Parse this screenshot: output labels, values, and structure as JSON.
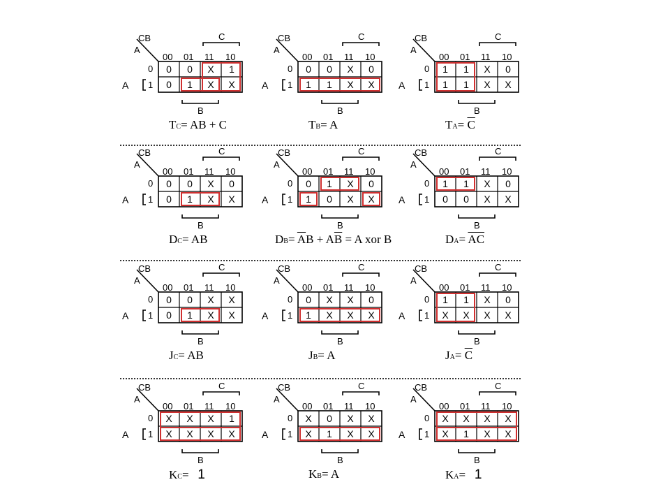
{
  "labels": {
    "cb": "CB",
    "a": "A",
    "a_bracket": "A",
    "row0": "0",
    "row1": "1",
    "cols": [
      "00",
      "01",
      "11",
      "10"
    ],
    "c": "C",
    "b": "B"
  },
  "maps": [
    {
      "id": "tc",
      "cells": [
        [
          "0",
          "0",
          "X",
          "1"
        ],
        [
          "0",
          "1",
          "X",
          "X"
        ]
      ],
      "eq": {
        "var": "T",
        "sub": "C",
        "eq_sign": "=",
        "pre": "",
        "ov": "",
        "post": "AB + C",
        "big": ""
      }
    },
    {
      "id": "tb",
      "cells": [
        [
          "0",
          "0",
          "X",
          "0"
        ],
        [
          "1",
          "1",
          "X",
          "X"
        ]
      ],
      "eq": {
        "var": "T",
        "sub": "B",
        "eq_sign": "=",
        "pre": "",
        "ov": "",
        "post": "A",
        "big": ""
      }
    },
    {
      "id": "ta",
      "cells": [
        [
          "1",
          "1",
          "X",
          "0"
        ],
        [
          "1",
          "1",
          "X",
          "X"
        ]
      ],
      "eq": {
        "var": "T",
        "sub": "A",
        "eq_sign": "=",
        "pre": "",
        "ov": "C",
        "post": "",
        "big": ""
      }
    },
    {
      "id": "dc",
      "cells": [
        [
          "0",
          "0",
          "X",
          "0"
        ],
        [
          "0",
          "1",
          "X",
          "X"
        ]
      ],
      "eq": {
        "var": "D",
        "sub": "C",
        "eq_sign": "=",
        "pre": "",
        "ov": "",
        "post": "AB",
        "big": ""
      }
    },
    {
      "id": "db",
      "cells": [
        [
          "0",
          "1",
          "X",
          "0"
        ],
        [
          "1",
          "0",
          "X",
          "X"
        ]
      ],
      "eq": {
        "var": "D",
        "sub": "B",
        "eq_sign": "=",
        "pre": "",
        "ov": "A",
        "post": "B + A",
        "ov2": "B",
        "post2": " = A xor B",
        "big": ""
      }
    },
    {
      "id": "da",
      "cells": [
        [
          "1",
          "1",
          "X",
          "0"
        ],
        [
          "0",
          "0",
          "X",
          "X"
        ]
      ],
      "eq": {
        "var": "D",
        "sub": "A",
        "eq_sign": "=",
        "pre": "",
        "ov": "AC",
        "post": "",
        "big": ""
      }
    },
    {
      "id": "jc",
      "cells": [
        [
          "0",
          "0",
          "X",
          "X"
        ],
        [
          "0",
          "1",
          "X",
          "X"
        ]
      ],
      "eq": {
        "var": "J",
        "sub": "C",
        "eq_sign": "=",
        "pre": "",
        "ov": "",
        "post": "AB",
        "big": ""
      }
    },
    {
      "id": "jb",
      "cells": [
        [
          "0",
          "X",
          "X",
          "0"
        ],
        [
          "1",
          "X",
          "X",
          "X"
        ]
      ],
      "eq": {
        "var": "J",
        "sub": "B",
        "eq_sign": "=",
        "pre": "",
        "ov": "",
        "post": "A",
        "big": ""
      }
    },
    {
      "id": "ja",
      "cells": [
        [
          "1",
          "1",
          "X",
          "0"
        ],
        [
          "X",
          "X",
          "X",
          "X"
        ]
      ],
      "eq": {
        "var": "J",
        "sub": "A",
        "eq_sign": "=",
        "pre": "",
        "ov": "C",
        "post": "",
        "big": ""
      }
    },
    {
      "id": "kc",
      "cells": [
        [
          "X",
          "X",
          "X",
          "1"
        ],
        [
          "X",
          "X",
          "X",
          "X"
        ]
      ],
      "eq": {
        "var": "K",
        "sub": "C",
        "eq_sign": "=",
        "pre": "",
        "ov": "",
        "post": "",
        "big": "1"
      }
    },
    {
      "id": "kb",
      "cells": [
        [
          "X",
          "0",
          "X",
          "X"
        ],
        [
          "X",
          "1",
          "X",
          "X"
        ]
      ],
      "eq": {
        "var": "K",
        "sub": "B",
        "eq_sign": "=",
        "pre": "",
        "ov": "",
        "post": "A",
        "big": ""
      }
    },
    {
      "id": "ka",
      "cells": [
        [
          "X",
          "X",
          "X",
          "X"
        ],
        [
          "X",
          "1",
          "X",
          "X"
        ]
      ],
      "eq": {
        "var": "K",
        "sub": "A",
        "eq_sign": "=",
        "pre": "",
        "ov": "",
        "post": "",
        "big": "1"
      }
    }
  ],
  "colors": {
    "grid": "#000000",
    "group": "#d03030"
  }
}
